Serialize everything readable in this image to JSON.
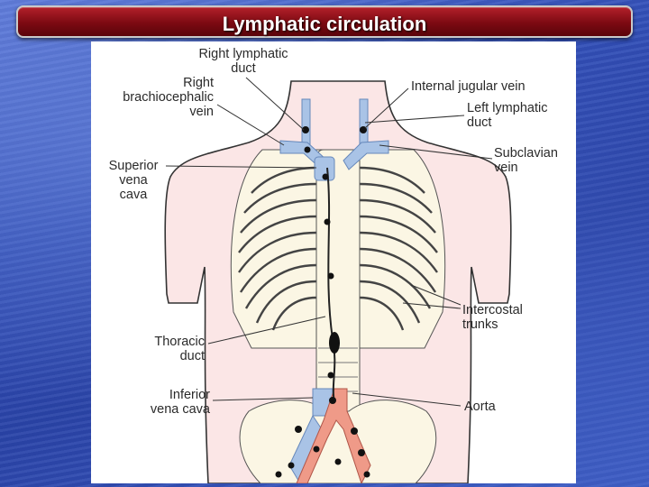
{
  "slide": {
    "title": "Lymphatic circulation"
  },
  "diagram": {
    "labels": {
      "right_lymphatic_duct_1": "Right lymphatic",
      "right_lymphatic_duct_2": "duct",
      "right_brachiocephalic_1": "Right",
      "right_brachiocephalic_2": "brachiocephalic",
      "right_brachiocephalic_3": "vein",
      "superior_vena_cava_1": "Superior",
      "superior_vena_cava_2": "vena",
      "superior_vena_cava_3": "cava",
      "thoracic_duct_1": "Thoracic",
      "thoracic_duct_2": "duct",
      "inferior_vena_cava_1": "Inferior",
      "inferior_vena_cava_2": "vena cava",
      "internal_jugular_vein": "Internal jugular vein",
      "left_lymphatic_duct_1": "Left lymphatic",
      "left_lymphatic_duct_2": "duct",
      "subclavian_vein_1": "Subclavian",
      "subclavian_vein_2": "vein",
      "intercostal_trunks_1": "Intercostal",
      "intercostal_trunks_2": "trunks",
      "aorta": "Aorta"
    },
    "colors": {
      "skin": "#fbe6e6",
      "rib": "#fbf6e4",
      "vein": "#a9c3e6",
      "artery": "#ef9a88",
      "node": "#111111",
      "line": "#333333"
    }
  }
}
